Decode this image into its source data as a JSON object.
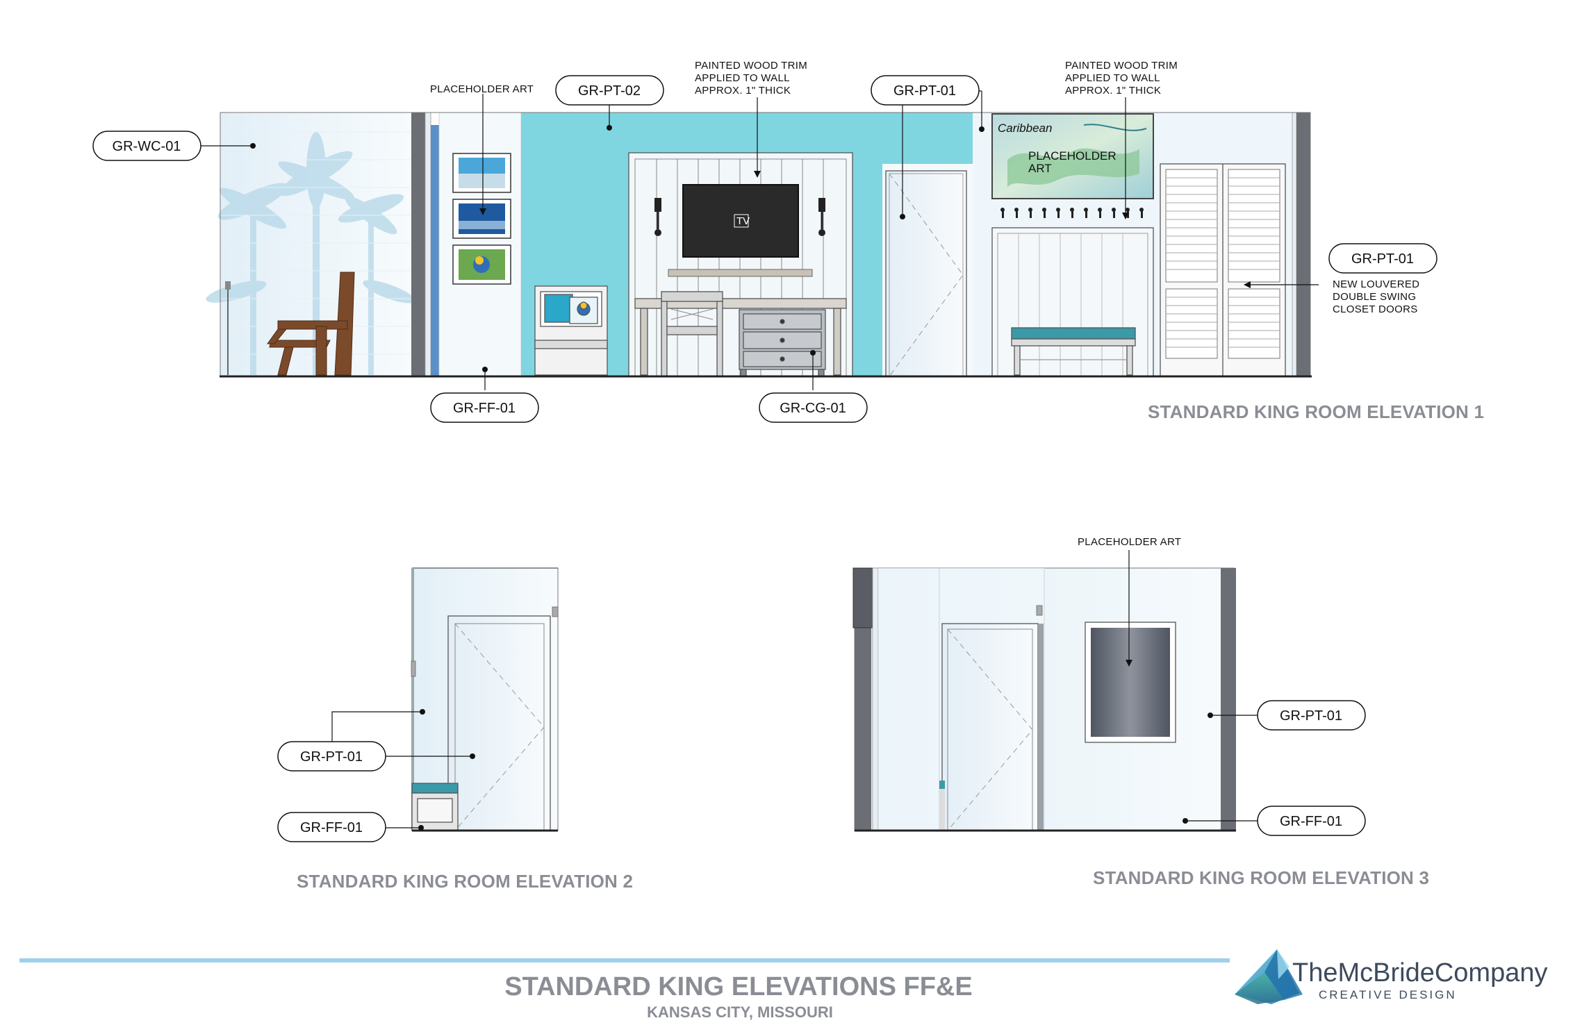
{
  "elevation1": {
    "title": "STANDARD KING ROOM ELEVATION 1",
    "tags": {
      "wc": "GR-WC-01",
      "pt02": "GR-PT-02",
      "pt01_top": "GR-PT-01",
      "pt01_right": "GR-PT-01",
      "ff": "GR-FF-01",
      "cg": "GR-CG-01"
    },
    "notes": {
      "placeholder_art": "PLACEHOLDER ART",
      "trim1": [
        "PAINTED WOOD TRIM",
        "APPLIED TO WALL",
        "APPROX. 1\" THICK"
      ],
      "trim2": [
        "PAINTED WOOD TRIM",
        "APPLIED TO WALL",
        "APPROX. 1\" THICK"
      ],
      "closet": [
        "NEW LOUVERED",
        "DOUBLE SWING",
        "CLOSET DOORS"
      ]
    },
    "tv_label": "TV",
    "map_art_label": [
      "PLACEHOLDER",
      "ART"
    ],
    "map_caption": "Caribbean"
  },
  "elevation2": {
    "title": "STANDARD KING ROOM ELEVATION 2",
    "tags": {
      "pt": "GR-PT-01",
      "ff": "GR-FF-01"
    }
  },
  "elevation3": {
    "title": "STANDARD KING ROOM ELEVATION 3",
    "tags": {
      "pt": "GR-PT-01",
      "ff": "GR-FF-01"
    },
    "notes": {
      "placeholder_art": "PLACEHOLDER ART"
    }
  },
  "sheet": {
    "title": "STANDARD KING ELEVATIONS FF&E",
    "subtitle": "KANSAS CITY, MISSOURI"
  },
  "logo": {
    "name": "TheMcBrideCompany",
    "sub": "CREATIVE DESIGN"
  },
  "colors": {
    "accent_wall": "#7fd6e0",
    "wall": "#eef6fb",
    "column": "#6b6e74",
    "title_gray": "#8a8d94",
    "rule_blue": "#9fd0ea",
    "logo_blue": "#2f8fc0"
  }
}
